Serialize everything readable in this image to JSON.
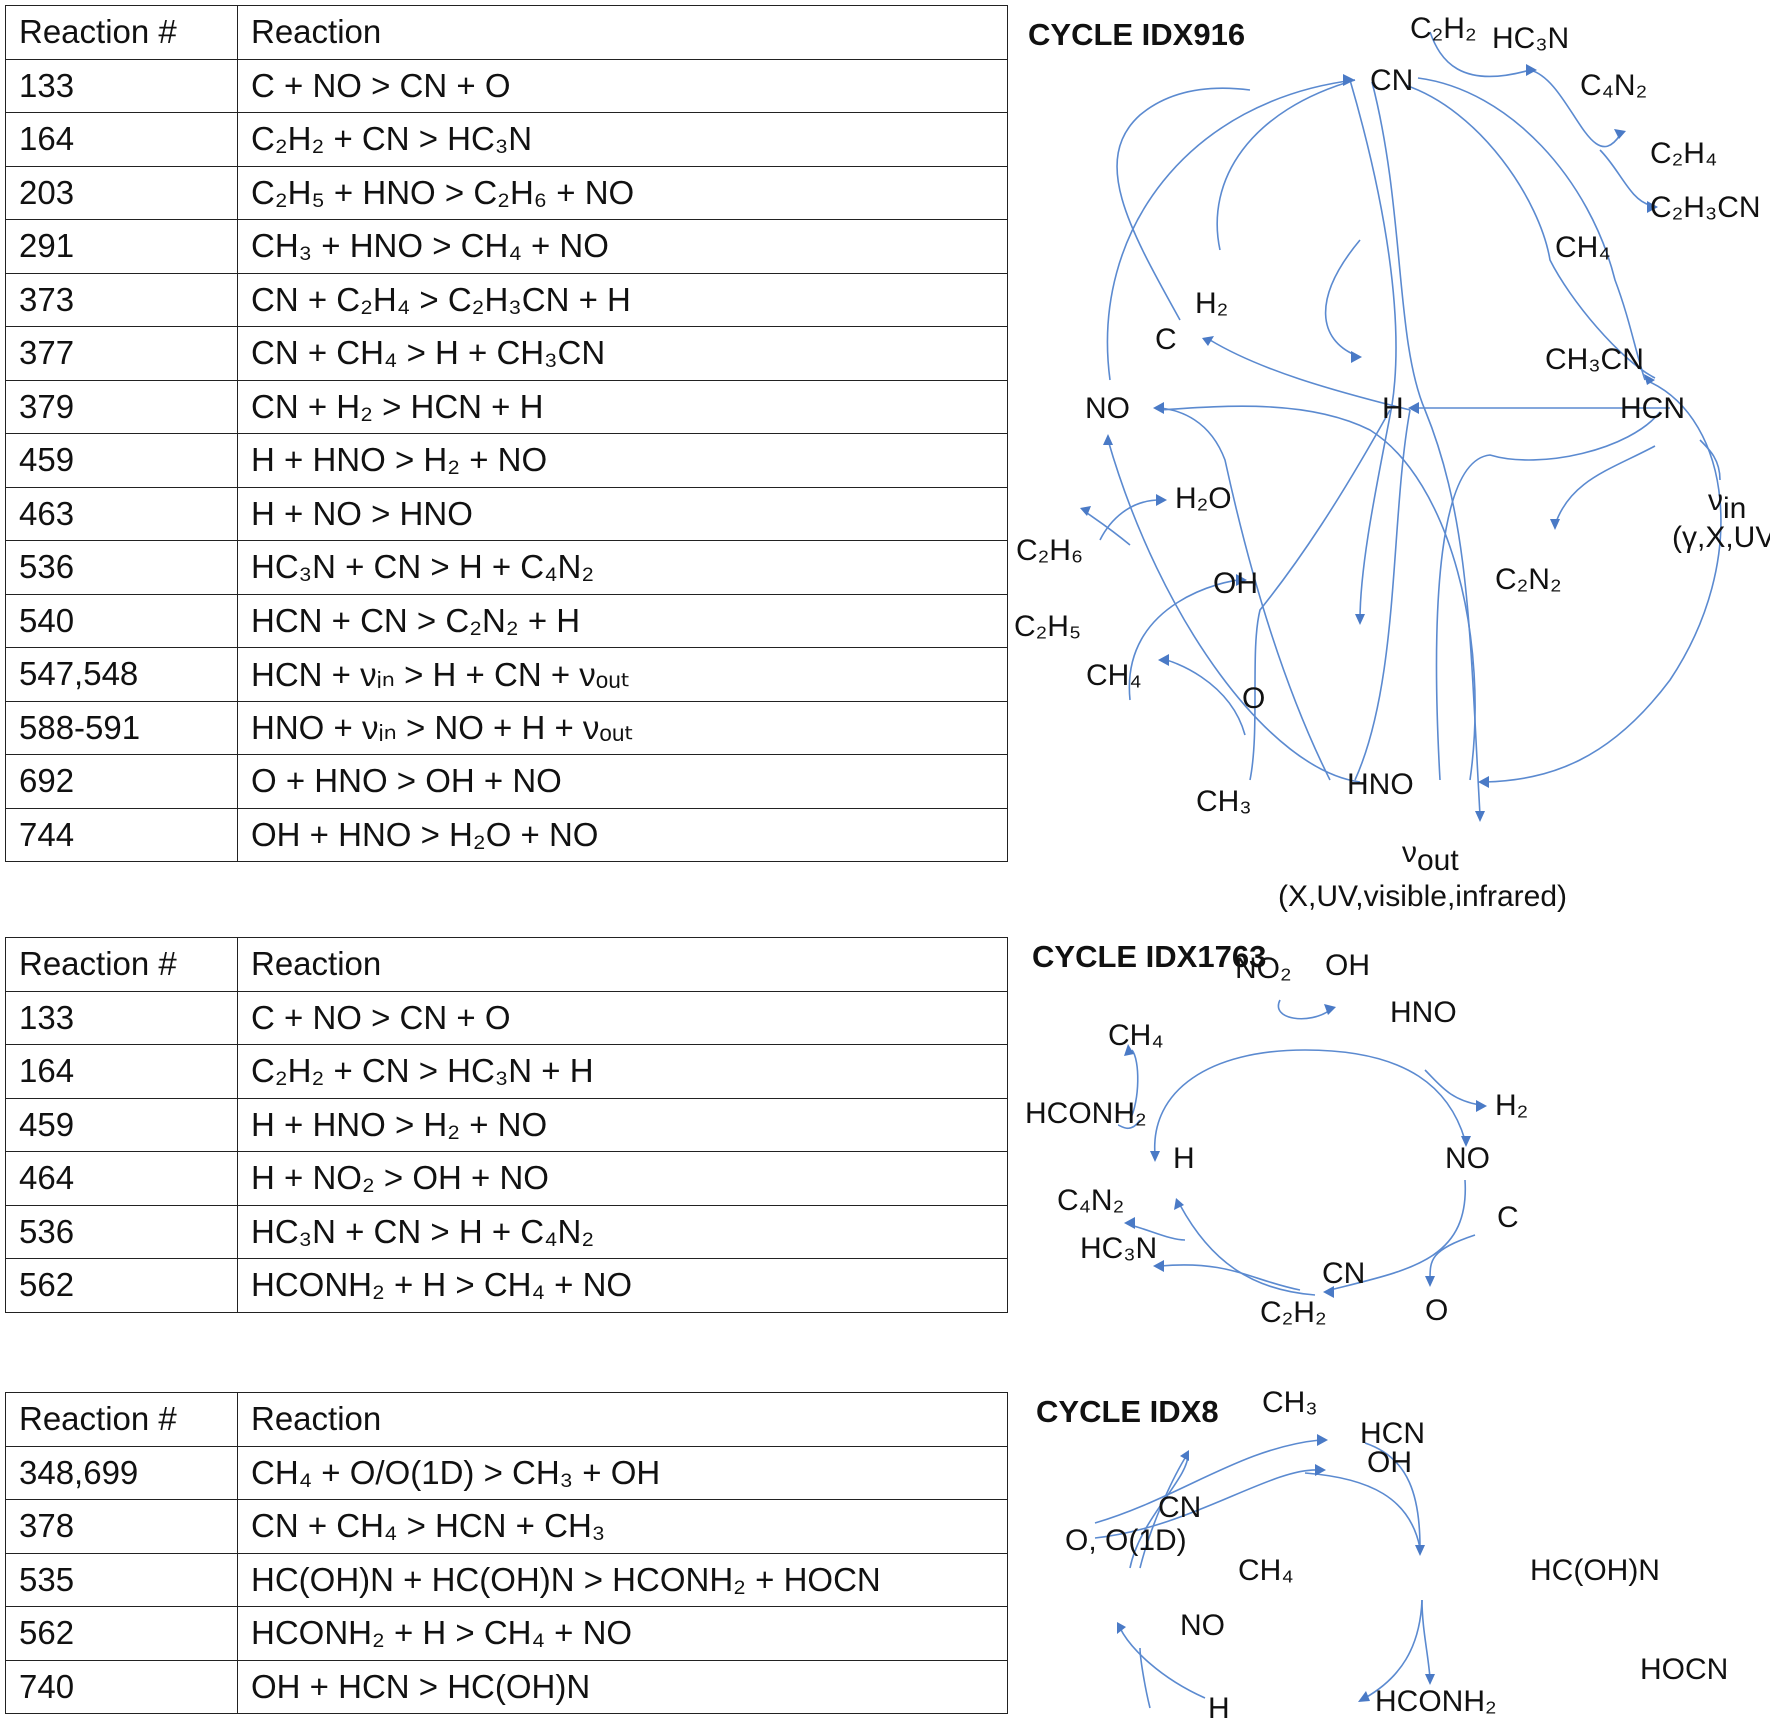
{
  "tables": [
    {
      "headers": [
        "Reaction #",
        "Reaction"
      ],
      "rows": [
        [
          "133",
          "C + NO > CN + O"
        ],
        [
          "164",
          "C₂H₂ + CN > HC₃N"
        ],
        [
          "203",
          "C₂H₅ + HNO > C₂H₆ + NO"
        ],
        [
          "291",
          "CH₃ + HNO > CH₄ + NO"
        ],
        [
          "373",
          "CN + C₂H₄ > C₂H₃CN + H"
        ],
        [
          "377",
          "CN + CH₄ > H + CH₃CN"
        ],
        [
          "379",
          "CN + H₂ > HCN + H"
        ],
        [
          "459",
          "H + HNO > H₂ + NO"
        ],
        [
          "463",
          "H + NO > HNO"
        ],
        [
          "536",
          "HC₃N + CN > H + C₄N₂"
        ],
        [
          "540",
          "HCN + CN > C₂N₂ + H"
        ],
        [
          "547,548",
          "HCN + νᵢₙ > H + CN + νₒᵤₜ"
        ],
        [
          "588-591",
          "HNO + νᵢₙ > NO + H + νₒᵤₜ"
        ],
        [
          "692",
          "O + HNO > OH + NO"
        ],
        [
          "744",
          "OH + HNO > H₂O + NO"
        ]
      ]
    },
    {
      "headers": [
        "Reaction #",
        "Reaction"
      ],
      "rows": [
        [
          "133",
          "C + NO > CN + O"
        ],
        [
          "164",
          "C₂H₂ + CN > HC₃N + H"
        ],
        [
          "459",
          "H + HNO > H₂ + NO"
        ],
        [
          "464",
          "H + NO₂ > OH + NO"
        ],
        [
          "536",
          "HC₃N + CN > H + C₄N₂"
        ],
        [
          "562",
          "HCONH₂ + H > CH₄ + NO"
        ]
      ]
    },
    {
      "headers": [
        "Reaction #",
        "Reaction"
      ],
      "rows": [
        [
          "348,699",
          "CH₄ + O/O(1D) > CH₃ + OH"
        ],
        [
          "378",
          "CN + CH₄ > HCN + CH₃"
        ],
        [
          "535",
          "HC(OH)N + HC(OH)N > HCONH₂ + HOCN"
        ],
        [
          "562",
          "HCONH₂ + H > CH₄ + NO"
        ],
        [
          "740",
          "OH + HCN > HC(OH)N"
        ]
      ]
    }
  ],
  "cycles": [
    {
      "title": "CYCLE IDX916",
      "labels": {
        "c2h2": "C₂H₂",
        "hc3n": "HC₃N",
        "cn": "CN",
        "c4n2": "C₄N₂",
        "c2h4": "C₂H₄",
        "c2h3cn": "C₂H₃CN",
        "ch4_top": "CH₄",
        "h2": "H₂",
        "c": "C",
        "ch3cn": "CH₃CN",
        "no": "NO",
        "h": "H",
        "hcn": "HCN",
        "nu_in": "νin",
        "nu_in_src": "(γ,X,UV)",
        "h2o": "H₂O",
        "c2h6": "C₂H₆",
        "oh": "OH",
        "c2n2": "C₂N₂",
        "c2h5": "C₂H₅",
        "ch4_bot": "CH₄",
        "o": "O",
        "hno": "HNO",
        "ch3": "CH₃",
        "nu_out": "νout",
        "nu_out_src": "(X,UV,visible,infrared)"
      }
    },
    {
      "title": "CYCLE IDX1763",
      "labels": {
        "no2": "NO₂",
        "oh": "OH",
        "hno": "HNO",
        "ch4": "CH₄",
        "h2": "H₂",
        "hconh2": "HCONH₂",
        "h": "H",
        "no": "NO",
        "c4n2": "C₄N₂",
        "c": "C",
        "hc3n": "HC₃N",
        "cn": "CN",
        "c2h2": "C₂H₂",
        "o": "O"
      }
    },
    {
      "title": "CYCLE IDX8",
      "labels": {
        "ch3": "CH₃",
        "hcn": "HCN",
        "oh": "OH",
        "cn": "CN",
        "o_o1d": "O, O(1D)",
        "ch4": "CH₄",
        "hcohn": "HC(OH)N",
        "no": "NO",
        "hocn": "HOCN",
        "h": "H",
        "hconh2": "HCONH₂"
      }
    }
  ]
}
